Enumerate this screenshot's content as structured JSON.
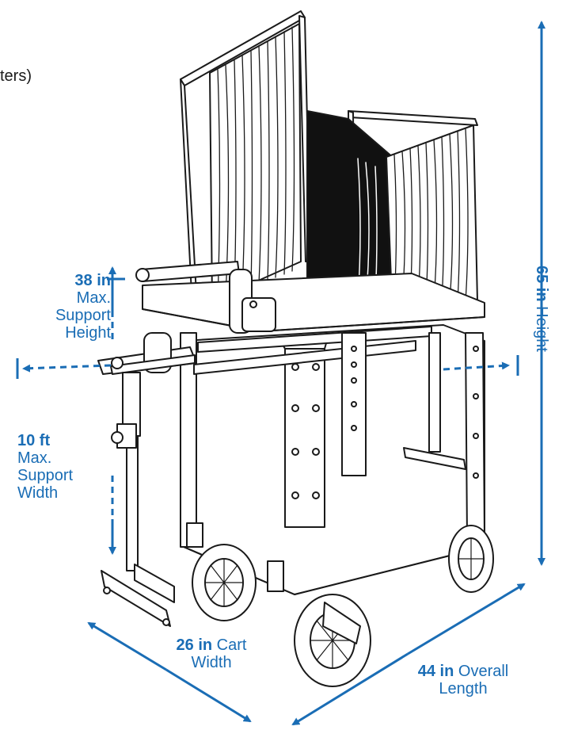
{
  "partial_text": "ters)",
  "dimensions": {
    "support_height": {
      "value": "38 in",
      "label": [
        "Max.",
        "Support",
        "Height"
      ]
    },
    "support_width": {
      "value": "10 ft",
      "label": [
        "Max.",
        "Support",
        "Width"
      ]
    },
    "overall_height": {
      "value": "65 in",
      "label": "Height"
    },
    "cart_width": {
      "value": "26 in",
      "label_a": "Cart",
      "label_b": "Width"
    },
    "overall_length": {
      "value": "44 in",
      "label_a": "Overall",
      "label_b": "Length"
    }
  },
  "colors": {
    "accent": "#1a6db5",
    "line": "#1a1a1a",
    "dark": "#111111"
  }
}
